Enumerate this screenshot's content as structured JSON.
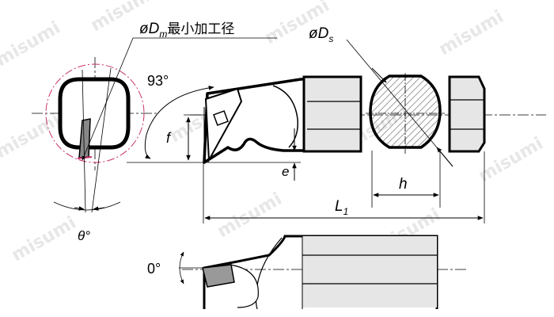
{
  "watermark": "misumi",
  "colors": {
    "line": "#000000",
    "hatch": "#555555",
    "body_fill": "#d9d9d9",
    "dm_circle": "#c8326e",
    "background": "#ffffff"
  },
  "labels": {
    "dm_symbol": "øD",
    "dm_subscript": "m",
    "dm_text": "最小加工径",
    "ds_symbol": "øD",
    "ds_subscript": "s",
    "angle_93": "93°",
    "f": "f",
    "e": "e",
    "h": "h",
    "l1_symbol": "L",
    "l1_subscript": "1",
    "theta": "θ°",
    "angle_0": "0°"
  }
}
